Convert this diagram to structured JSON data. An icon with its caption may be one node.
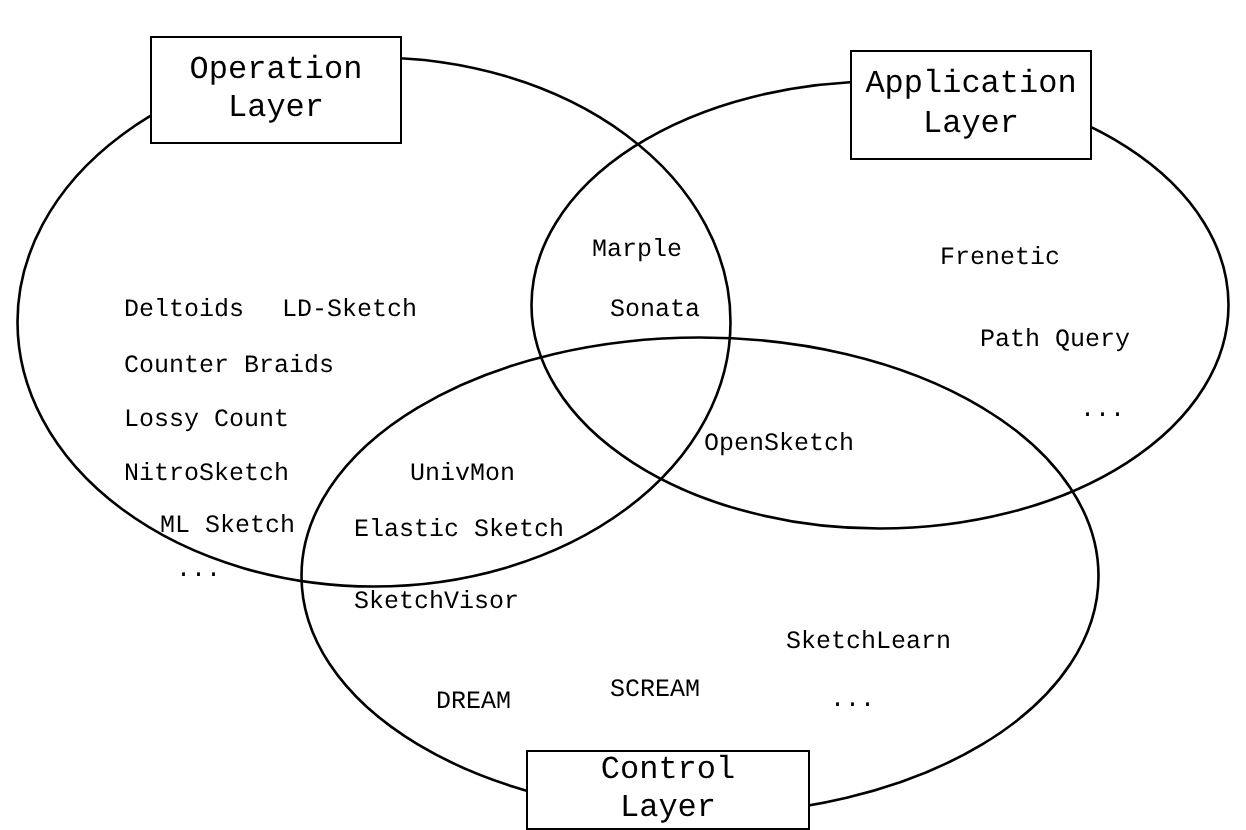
{
  "diagram": {
    "nodes": [
      {
        "text": [],
        "shape": "ellipse"
      },
      {
        "text": [],
        "shape": "ellipse"
      },
      {
        "text": [],
        "shape": "ellipse"
      },
      {
        "text": [
          "Operation Layer"
        ]
      },
      {
        "text": [
          "Application Layer"
        ]
      },
      {
        "text": [
          "Control Layer"
        ]
      }
    ],
    "edges": [],
    "labels": [
      "Deltoids",
      "LD-Sketch",
      "Marple",
      "Frenetic",
      "Sonata",
      "Path Query",
      "Counter Braids",
      "Lossy Count",
      "...",
      "NitroSketch",
      "OpenSketch",
      "UnivMon",
      "ML Sketch",
      "Elastic Sketch",
      "...",
      "SketchVisor",
      "SketchLearn",
      "SCREAM",
      "DREAM",
      "..."
    ]
  }
}
